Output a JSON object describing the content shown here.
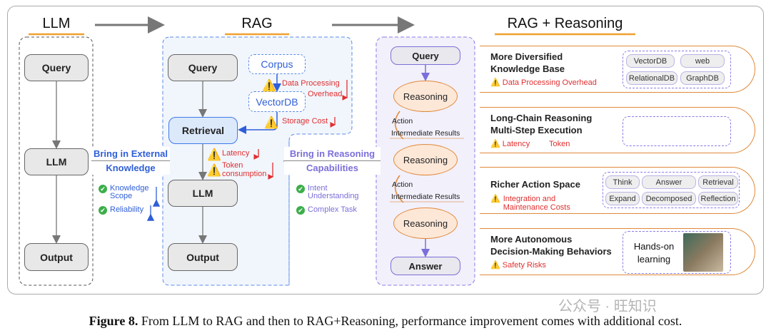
{
  "headers": {
    "llm": "LLM",
    "rag": "RAG",
    "rag_reasoning": "RAG + Reasoning"
  },
  "llm_col": {
    "query": "Query",
    "llm": "LLM",
    "output": "Output"
  },
  "bridge1": {
    "line1": "Bring in External",
    "line2": "Knowledge",
    "benefits": [
      "Knowledge Scope",
      "Reliability"
    ]
  },
  "rag_col": {
    "query": "Query",
    "corpus": "Corpus",
    "vectordb": "VectorDB",
    "retrieval": "Retrieval",
    "llm": "LLM",
    "output": "Output",
    "costs": {
      "data_processing_1": "Data Processing",
      "data_processing_2": "Overhead",
      "storage": "Storage Cost",
      "latency": "Latency",
      "token_1": "Token",
      "token_2": "consumption"
    }
  },
  "bridge2": {
    "line1": "Bring in Reasoning",
    "line2": "Capabilities",
    "benefits": [
      "Intent Understanding",
      "Complex Task"
    ]
  },
  "reasoning_col": {
    "query": "Query",
    "reasoning": "Reasoning",
    "action": "Action",
    "intermediate": "Intermediate Results",
    "answer": "Answer"
  },
  "cards": [
    {
      "title1": "More Diversified",
      "title2": "Knowledge Base",
      "cost": "Data Processing Overhead",
      "chips": [
        "VectorDB",
        "web",
        "RelationalDB",
        "GraphDB"
      ]
    },
    {
      "title1": "Long-Chain Reasoning",
      "title2": "Multi-Step Execution",
      "costs": [
        "Latency",
        "Token"
      ]
    },
    {
      "title1": "Richer Action Space",
      "cost1": "Integration and",
      "cost2": "Maintenance Costs",
      "chips": [
        "Think",
        "Answer",
        "Retrieval",
        "Expand",
        "Decomposed",
        "Reflection"
      ]
    },
    {
      "title1": "More Autonomous",
      "title2": "Decision-Making Behaviors",
      "cost": "Safety Risks",
      "box1": "Hands-on",
      "box2": "learning"
    }
  ],
  "watermark": "公众号 · 旺知识",
  "caption": {
    "label": "Figure 8.",
    "text": " From LLM to RAG and then to RAG+Reasoning, performance improvement comes with additional cost."
  },
  "colors": {
    "accent_orange": "#e0893a",
    "rag_blue": "#2f5fd8",
    "reasoning_purple": "#7b6fd9",
    "cost_red": "#e03030",
    "check_green": "#3cae4a"
  }
}
